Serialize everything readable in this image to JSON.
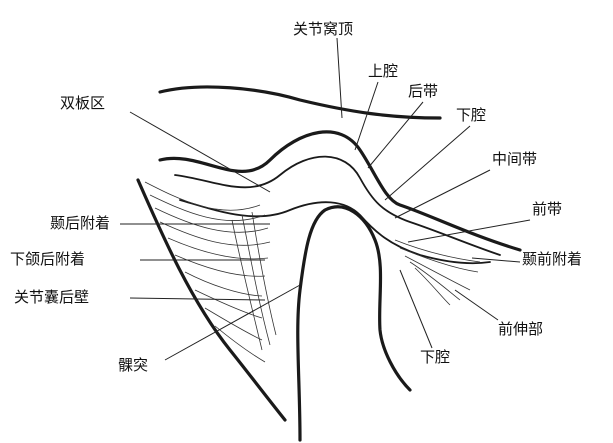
{
  "labels": {
    "articular_fossa_top": "关节窝顶",
    "upper_cavity": "上腔",
    "posterior_band": "后带",
    "lower_cavity_top": "下腔",
    "bilaminar_zone": "双板区",
    "intermediate_zone": "中间带",
    "anterior_band": "前带",
    "temporal_posterior_attachment": "颞后附着",
    "temporal_anterior_attachment": "颞前附着",
    "mandibular_posterior_attachment": "下颌后附着",
    "capsule_posterior_wall": "关节囊后壁",
    "anterior_extension": "前伸部",
    "condyle": "髁突",
    "lower_cavity_bottom": "下腔"
  }
}
